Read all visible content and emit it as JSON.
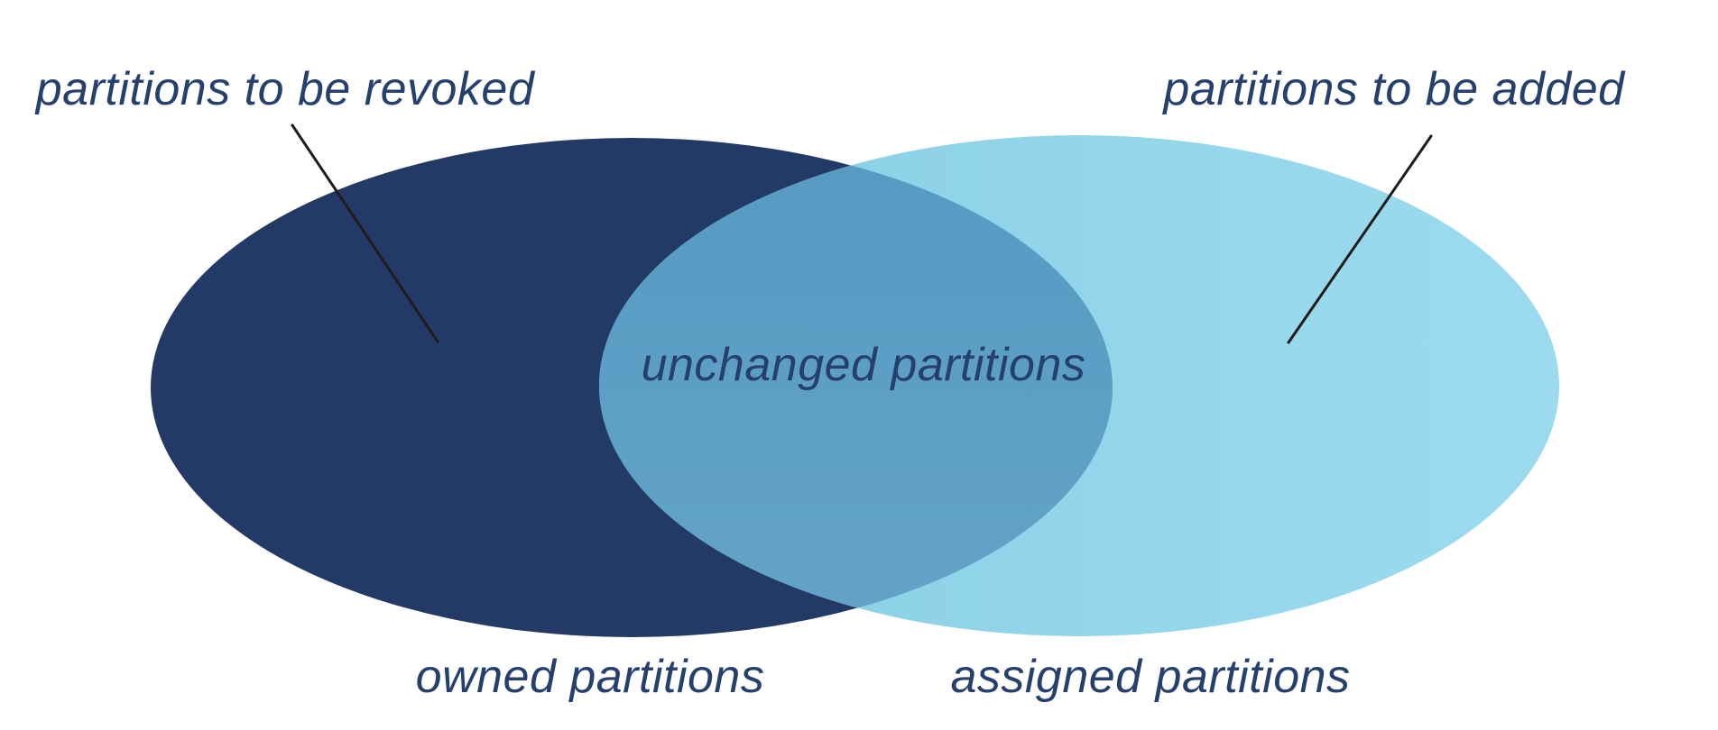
{
  "diagram": {
    "type": "venn",
    "background": "#ffffff",
    "sets": [
      {
        "id": "owned",
        "label": "owned partitions",
        "color": "#233a66"
      },
      {
        "id": "assigned",
        "label": "assigned partitions",
        "color": "#98d8eb"
      }
    ],
    "intersection": {
      "label": "unchanged partitions",
      "color": "#5b9dc4"
    },
    "labels": {
      "revoked": "partitions to be revoked",
      "added": "partitions to be added",
      "unchanged": "unchanged partitions",
      "owned": "owned partitions",
      "assigned": "assigned partitions"
    },
    "colors": {
      "owned_ellipse": "#233a66",
      "assigned_ellipse_left": "#89cfe5",
      "assigned_ellipse_right": "#9cdbee",
      "intersection_top": "#569ac2",
      "intersection_bottom": "#64a3c8",
      "label_text": "#26406e",
      "leader_line": "#1c1c1c"
    }
  }
}
